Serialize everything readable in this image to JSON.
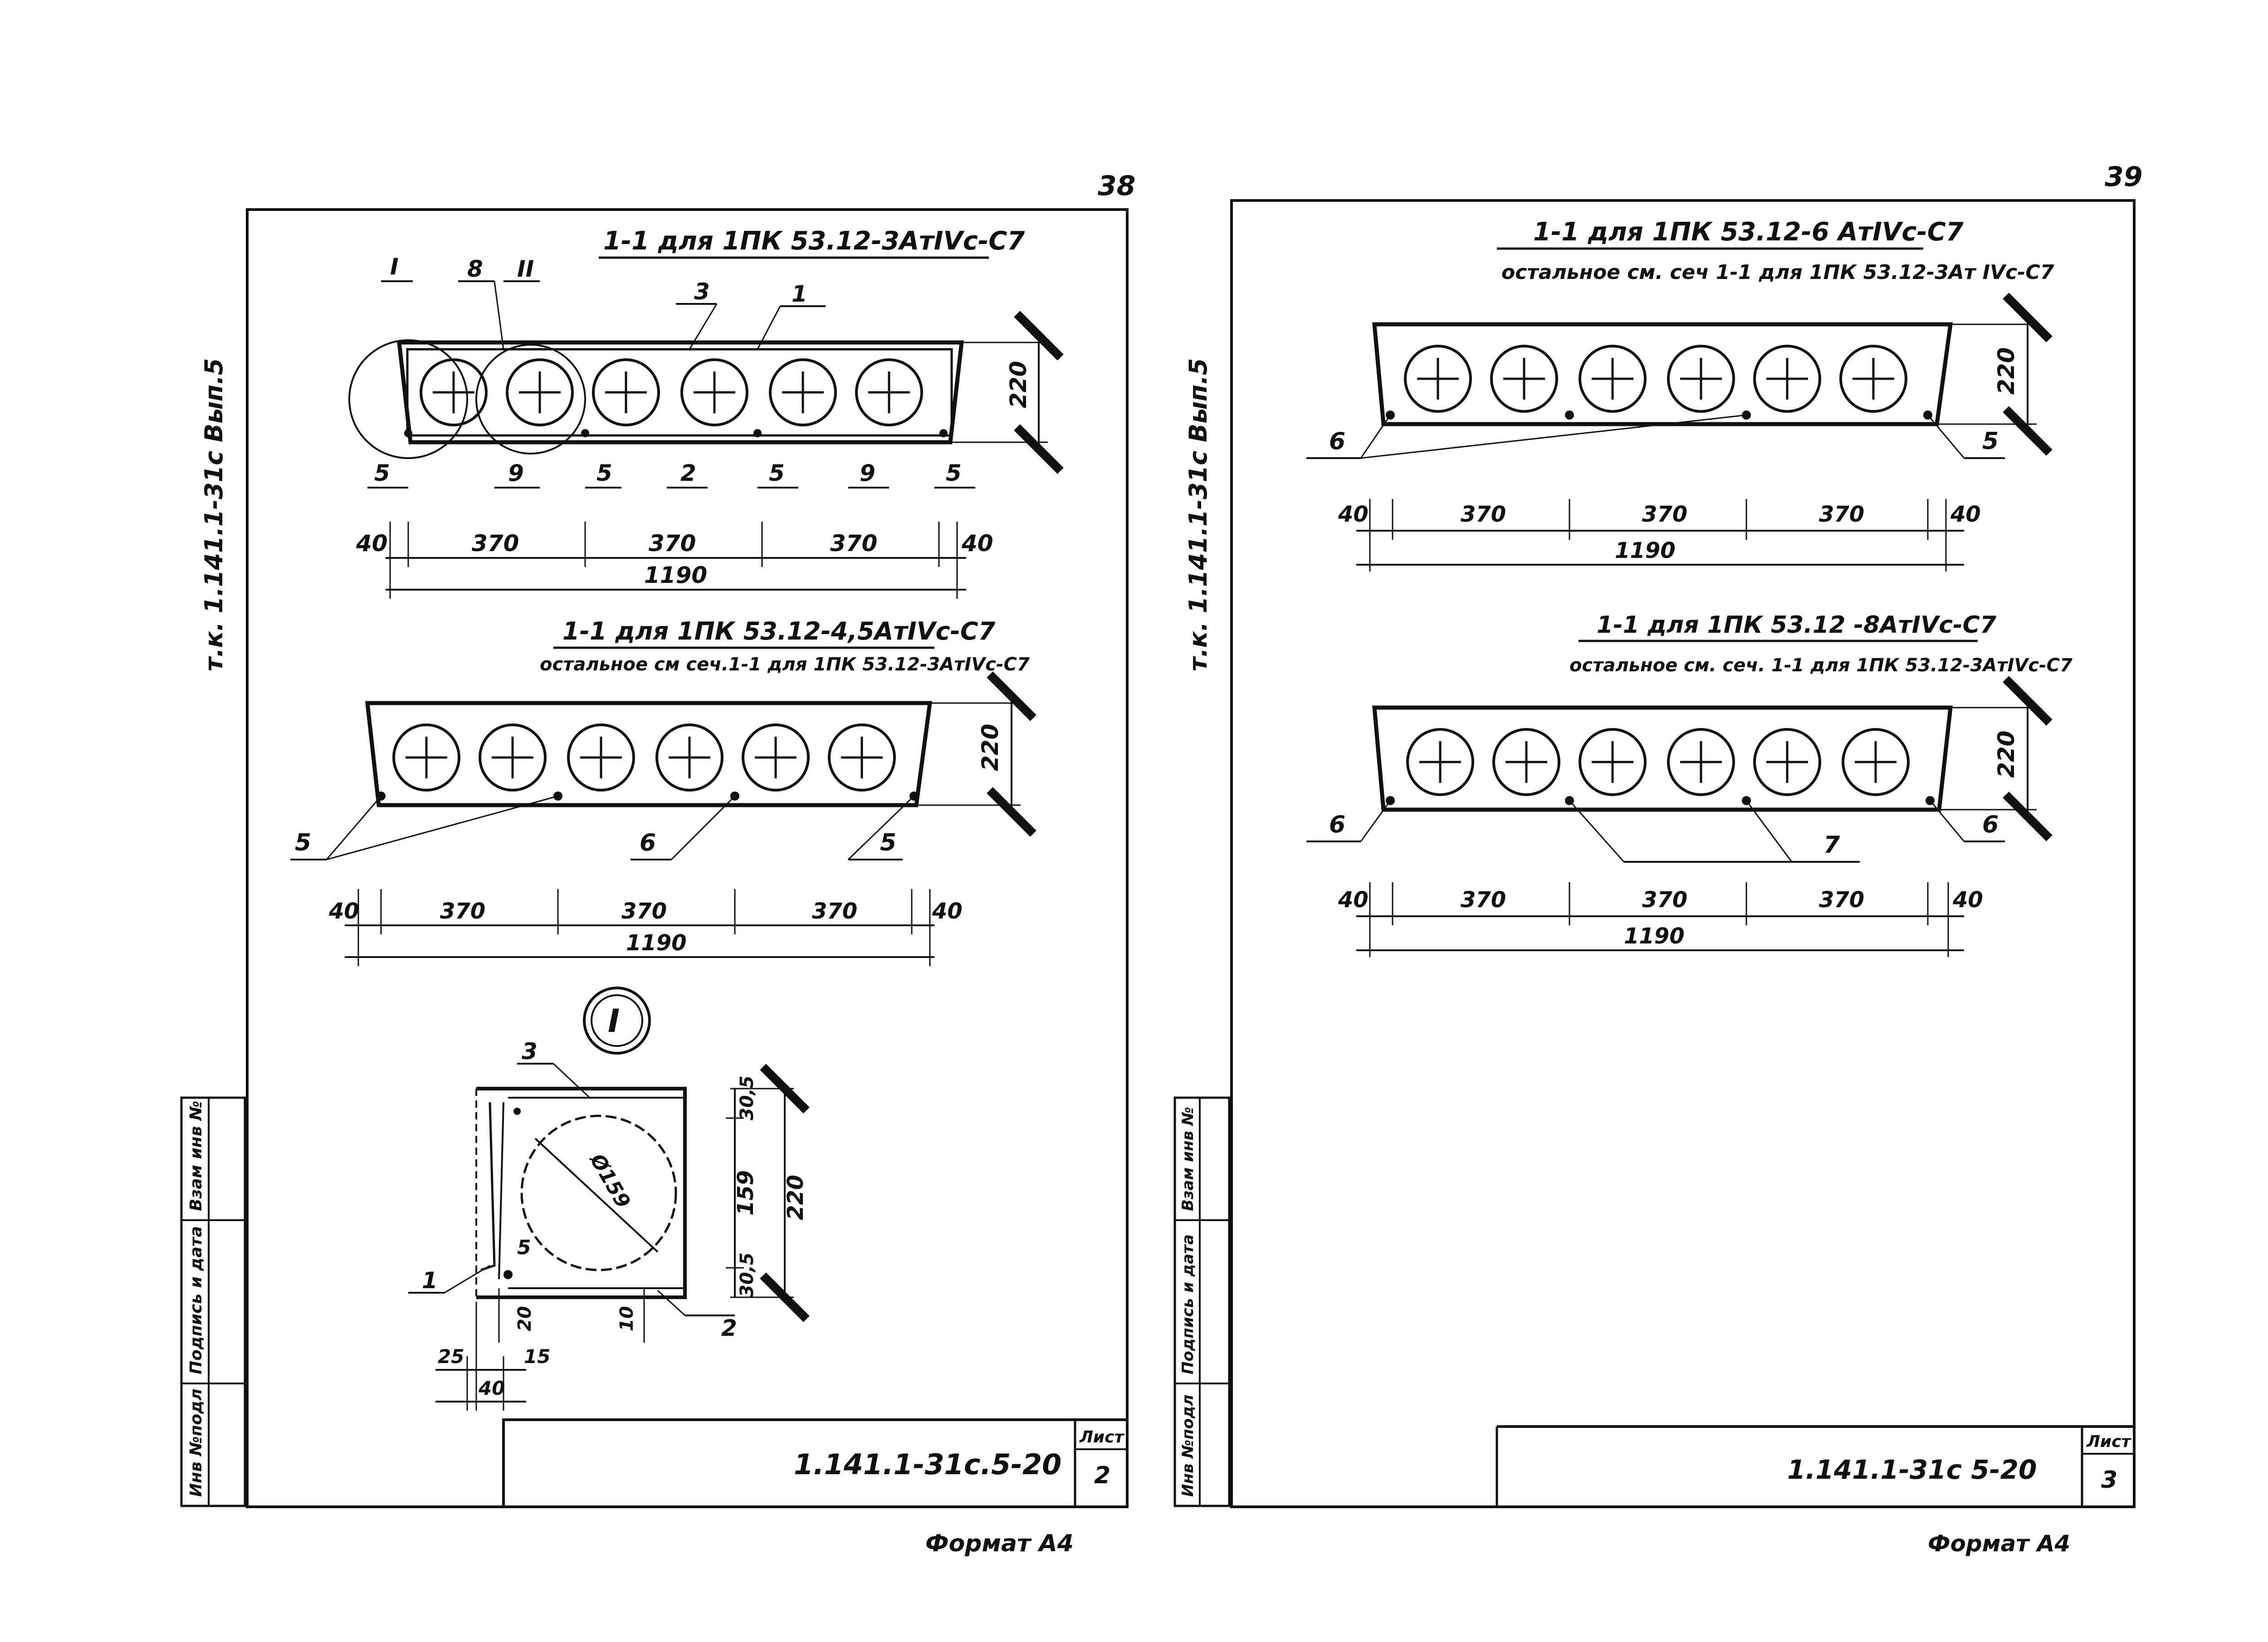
{
  "left_sheet": {
    "page_number": "38",
    "side_code": "т.к. 1.141.1-31с   Вып.5",
    "stamp_labels": [
      "Инв №подл",
      "Подпись и дата",
      "Взам инв №"
    ],
    "title_block": {
      "designation": "1.141.1-31с.5-20",
      "sheet_label": "Лист",
      "sheet_number": "2"
    },
    "format": "Формат А4",
    "section_a": {
      "title": "1-1 для 1ПК 53.12-3АтIVс-С7",
      "callouts": [
        "I",
        "8",
        "II",
        "3",
        "1"
      ],
      "bottom_callouts": [
        "5",
        "9",
        "5",
        "2",
        "5",
        "9",
        "5"
      ],
      "height": "220",
      "dims": [
        "40",
        "370",
        "370",
        "370",
        "40"
      ],
      "total": "1190"
    },
    "section_b": {
      "title": "1-1 для 1ПК 53.12-4,5АтIVс-С7",
      "subtitle": "остальное см сеч.1-1 для 1ПК 53.12-3АтIVс-С7",
      "height": "220",
      "callouts": [
        "5",
        "6",
        "5"
      ],
      "dims": [
        "40",
        "370",
        "370",
        "370",
        "40"
      ],
      "total": "1190"
    },
    "detail": {
      "mark": "I",
      "callouts": [
        "3",
        "1",
        "5",
        "2"
      ],
      "diameter": "Ø159",
      "dims_right": [
        "30,5",
        "159",
        "30,5",
        "220"
      ],
      "dims_bottom": [
        "20",
        "10",
        "25",
        "15",
        "40"
      ]
    }
  },
  "right_sheet": {
    "page_number": "39",
    "side_code": "т.к. 1.141.1-31с   Вып.5",
    "stamp_labels": [
      "Инв №подл",
      "Подпись и дата",
      "Взам инв №"
    ],
    "title_block": {
      "designation": "1.141.1-31с 5-20",
      "sheet_label": "Лист",
      "sheet_number": "3"
    },
    "format": "Формат А4",
    "section_a": {
      "title": "1-1 для 1ПК 53.12-6 АтIVс-С7",
      "subtitle": "остальное см. сеч 1-1 для 1ПК 53.12-3Ат IVс-С7",
      "height": "220",
      "callouts": [
        "6",
        "5"
      ],
      "dims": [
        "40",
        "370",
        "370",
        "370",
        "40"
      ],
      "total": "1190"
    },
    "section_b": {
      "title": "1-1 для 1ПК 53.12 -8АтIVс-С7",
      "subtitle": "остальное см. сеч. 1-1 для 1ПК 53.12-3АтIVс-С7",
      "height": "220",
      "callouts": [
        "6",
        "7",
        "6"
      ],
      "dims": [
        "40",
        "370",
        "370",
        "370",
        "40"
      ],
      "total": "1190"
    }
  }
}
